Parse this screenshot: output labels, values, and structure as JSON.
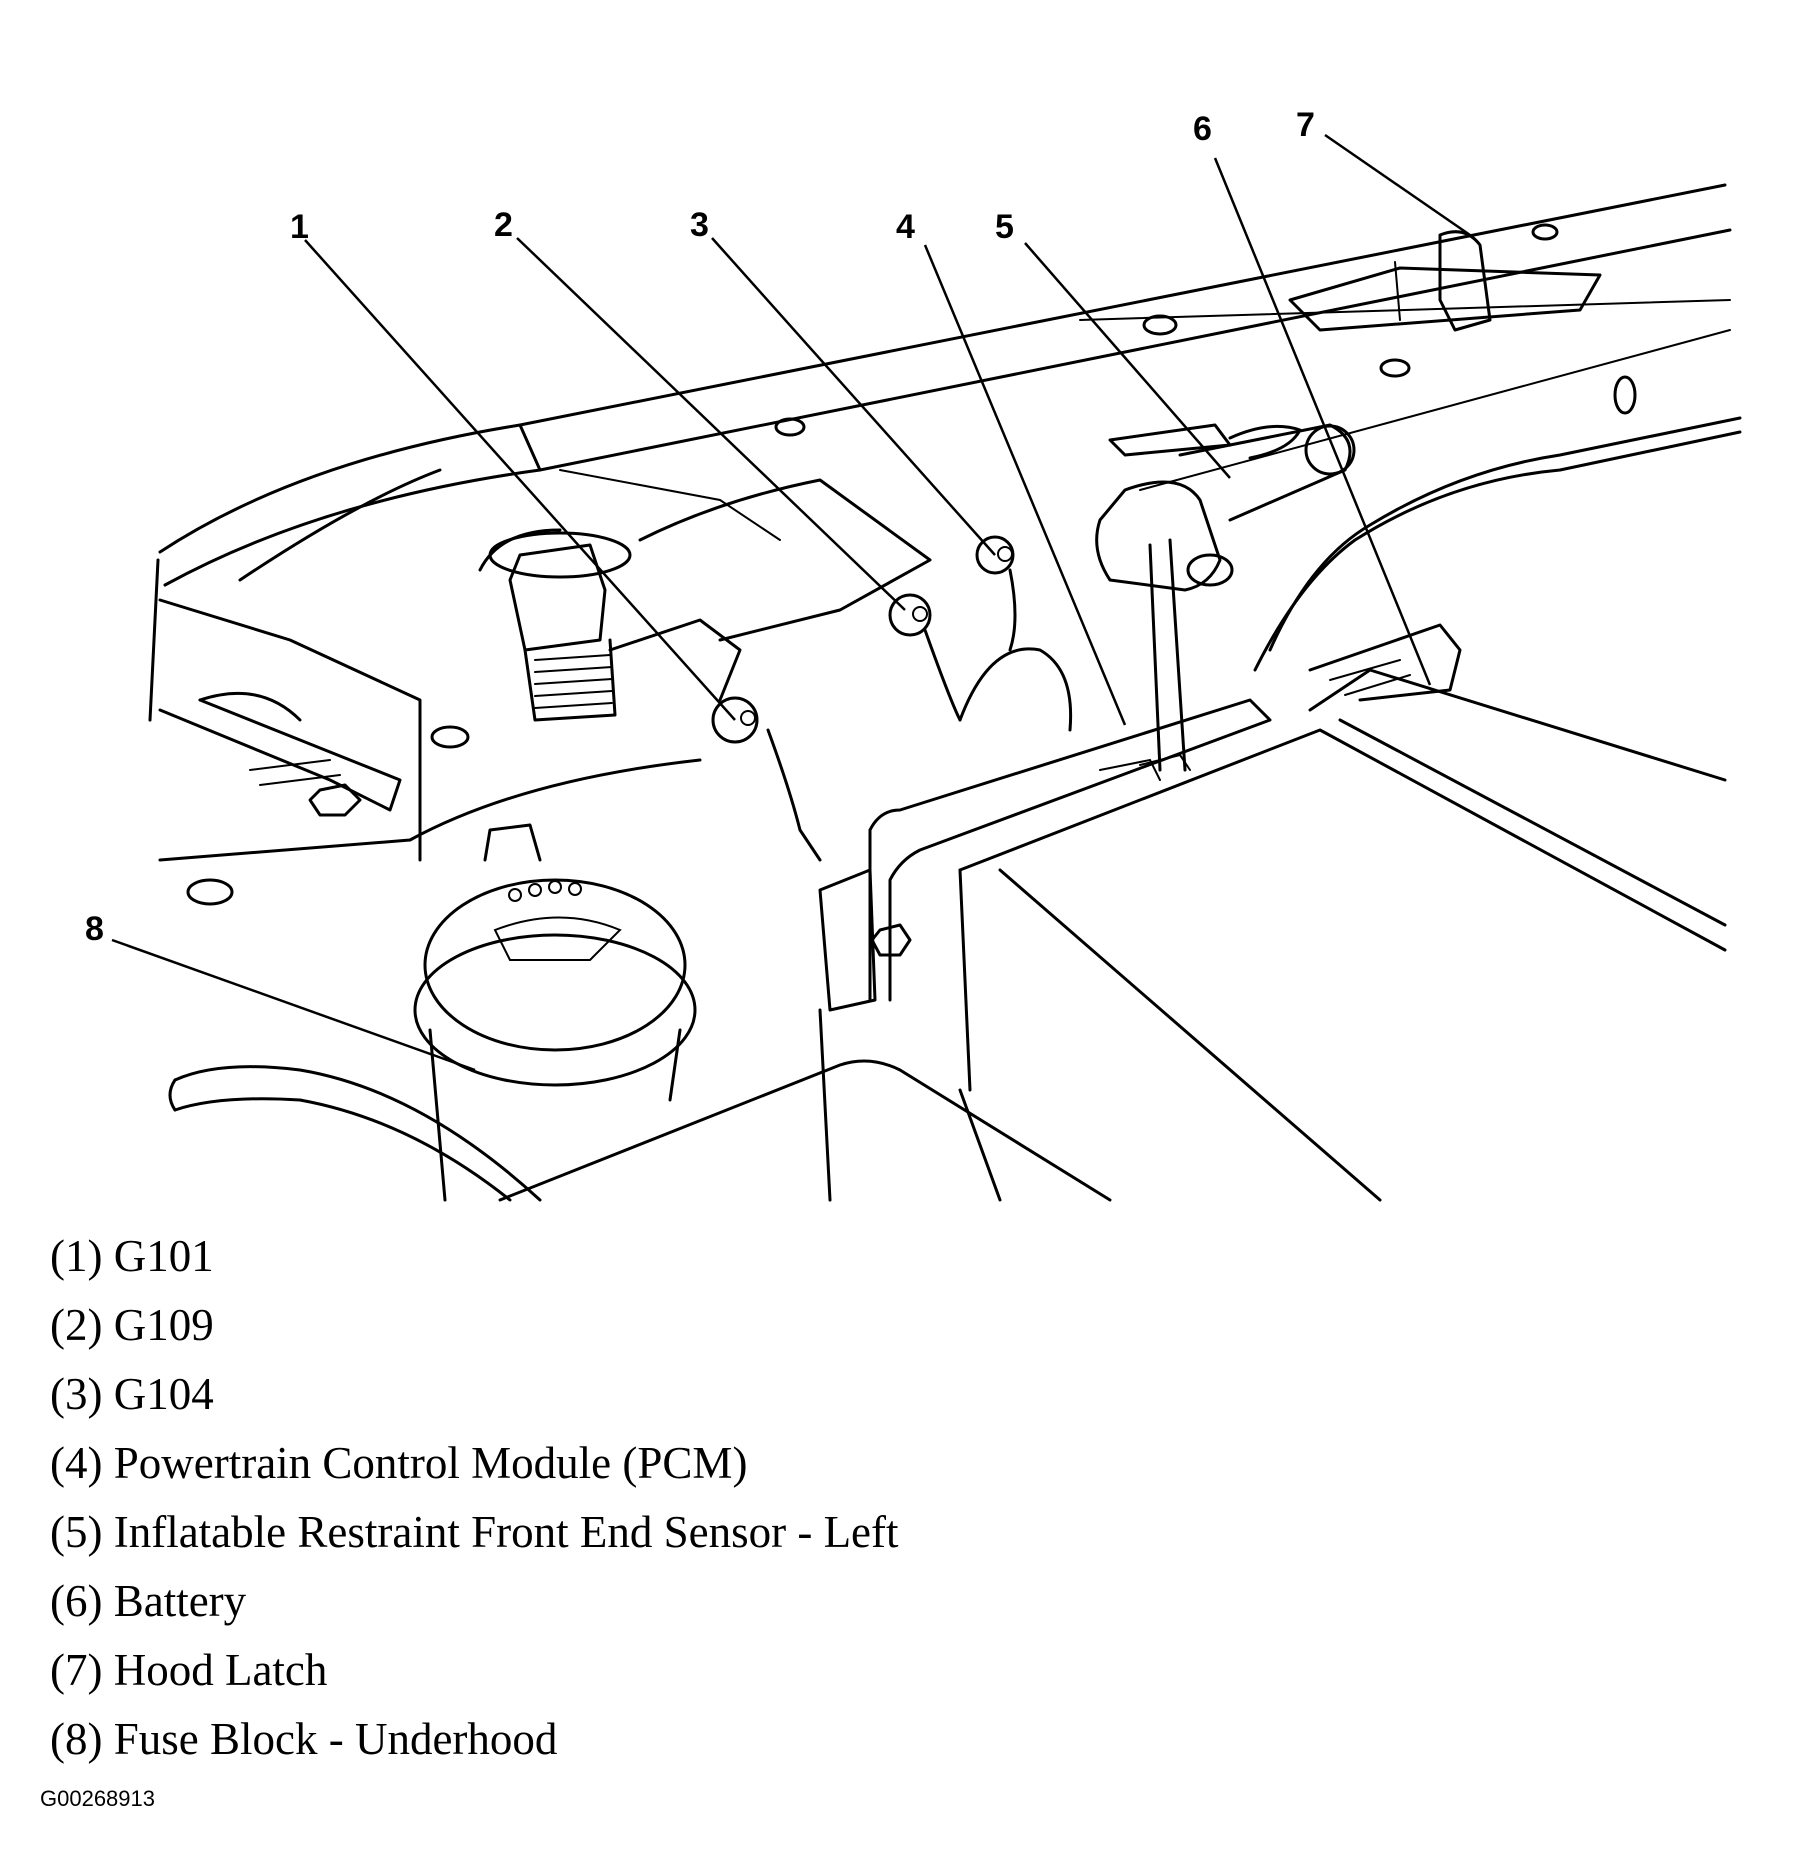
{
  "callouts": [
    "1",
    "2",
    "3",
    "4",
    "5",
    "6",
    "7",
    "8"
  ],
  "legend": [
    "(1) G101",
    "(2) G109",
    "(3) G104",
    "(4) Powertrain Control Module (PCM)",
    "(5) Inflatable Restraint Front End Sensor - Left",
    "(6) Battery",
    "(7) Hood Latch",
    "(8) Fuse Block - Underhood"
  ],
  "figure_id": "G00268913"
}
